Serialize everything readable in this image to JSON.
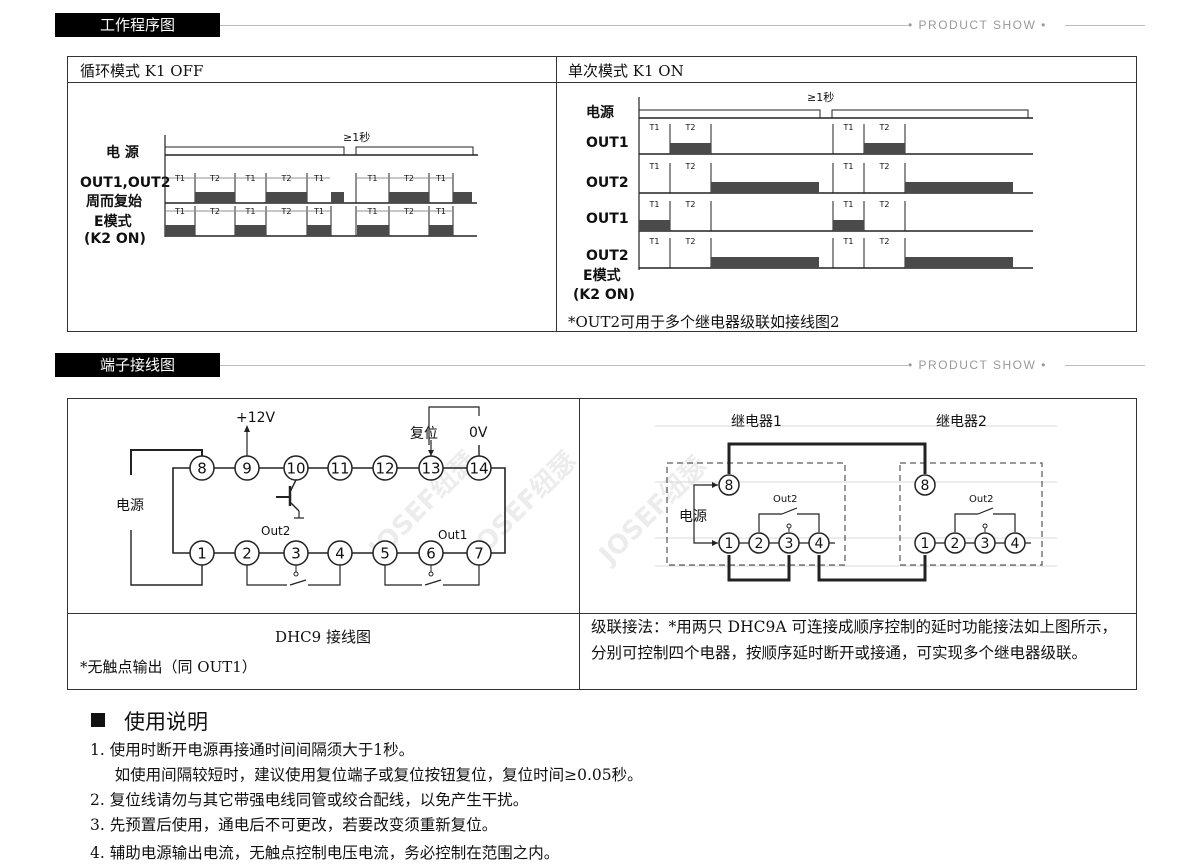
{
  "section1": {
    "title": "工作程序图",
    "tagline": "• PRODUCT SHOW •"
  },
  "section2": {
    "title": "端子接线图",
    "tagline": "• PRODUCT SHOW •"
  },
  "timing": {
    "cyclic": {
      "header": "循环模式 K1 OFF",
      "labels": {
        "power": "电 源",
        "outputs": "OUT1,OUT2",
        "repeat": "周而复始",
        "emode": "E模式",
        "k2": "(K2 ON)",
        "gap": "≥1秒"
      },
      "t1": "T1",
      "t2": "T2"
    },
    "single": {
      "header": "单次模式 K1 ON",
      "labels": {
        "power": "电源",
        "out1": "OUT1",
        "out2": "OUT2",
        "out1_e": "OUT1",
        "out2_e": "OUT2",
        "emode": "E模式",
        "k2": "(K2 ON)",
        "gap": "≥1秒"
      },
      "t1": "T1",
      "t2": "T2",
      "note": "*OUT2可用于多个继电器级联如接线图2"
    }
  },
  "wiring": {
    "dhc9": {
      "top_terminals": [
        "8",
        "9",
        "10",
        "11",
        "12",
        "13",
        "14"
      ],
      "bottom_terminals": [
        "1",
        "2",
        "3",
        "4",
        "5",
        "6",
        "7"
      ],
      "power": "电源",
      "plus12v": "+12V",
      "reset": "复位",
      "zero_v": "0V",
      "out2": "Out2",
      "out1": "Out1",
      "caption": "DHC9 接线图",
      "note": "*无触点输出（同 OUT1）"
    },
    "cascade": {
      "relay1": "继电器1",
      "relay2": "继电器2",
      "power": "电源",
      "out2": "Out2",
      "terminals": [
        "1",
        "2",
        "3",
        "4"
      ],
      "top_terminal": "8",
      "description": "级联接法：*用两只 DHC9A 可连接成顺序控制的延时功能接法如上图所示，分别可控制四个电器，按顺序延时断开或接通，可实现多个继电器级联。"
    },
    "watermark": "JOSEF纽瑟"
  },
  "instructions": {
    "title": "使用说明",
    "items": [
      "1.  使用时断开电源再接通时间间隔须大于1秒。",
      "     如使用间隔较短时，建议使用复位端子或复位按钮复位，复位时间≥0.05秒。",
      "2.  复位线请勿与其它带强电线同管或绞合配线，以免产生干扰。",
      "3.  先预置后使用，通电后不可更改，若要改变须重新复位。",
      "4.  辅助电源输出电流，无触点控制电压电流，务必控制在范围之内。"
    ]
  },
  "colors": {
    "fill": "#4a4a4a",
    "line": "#222222",
    "grid": "#d8d8d8"
  }
}
